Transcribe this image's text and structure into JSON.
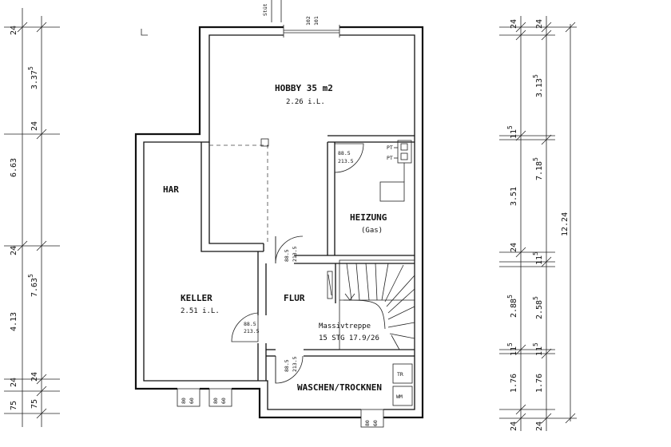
{
  "rooms": {
    "hobby": {
      "name": "HOBBY 35 m2",
      "height": "2.26 i.L."
    },
    "har": {
      "name": "HAR"
    },
    "keller": {
      "name": "KELLER",
      "height": "2.51 i.L."
    },
    "flur": {
      "name": "FLUR"
    },
    "heizung": {
      "name": "HEIZUNG",
      "note": "(Gas)"
    },
    "waschen": {
      "name": "WASCHEN/TROCKNEN"
    }
  },
  "stair": {
    "name": "Massivtreppe",
    "spec": "15 STG 17.9/26"
  },
  "doors": {
    "heizung": {
      "w": "88.5",
      "h": "213.5"
    },
    "hobby": {
      "w": "88.5",
      "h": "213.5"
    },
    "keller": {
      "w": "88.5",
      "h": "213.5"
    },
    "waschen": {
      "w": "88.5",
      "h": "213.5"
    }
  },
  "window_labels": {
    "top_a": "102",
    "top_b": "101",
    "w": "80",
    "h": "60",
    "stuetz": "Stüt"
  },
  "equipment": {
    "pt": "PT",
    "tr": "TR",
    "wm": "WM"
  },
  "dims_left": {
    "top": "24",
    "a": "3.37",
    "a_sup": "5",
    "b": "6.63",
    "c": "24",
    "d": "24",
    "e": "7.63",
    "e_sup": "5",
    "f": "4.13",
    "g": "24",
    "g2": "24",
    "h": "75",
    "h2": "75"
  },
  "dims_right": {
    "top_a": "24",
    "top_b": "24",
    "a": "3.13",
    "a_sup": "5",
    "b": "11",
    "b_sup": "5",
    "c": "7.18",
    "c_sup": "5",
    "d": "3.51",
    "e": "24",
    "f": "11",
    "f_sup": "5",
    "g": "2.88",
    "g_sup": "5",
    "h": "2.58",
    "h_sup": "5",
    "i": "11",
    "i_sup": "5",
    "i2": "11",
    "i2_sup": "5",
    "j": "1.76",
    "j2": "1.76",
    "k": "24",
    "k2": "24",
    "total": "12.24"
  }
}
